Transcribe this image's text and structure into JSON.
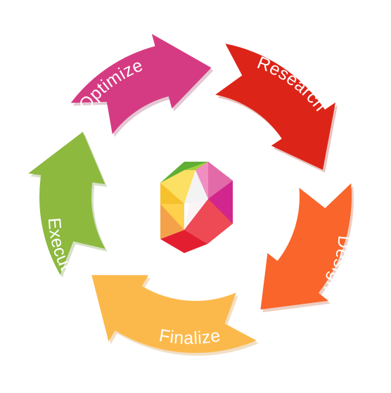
{
  "diagram": {
    "type": "cycle",
    "center_logo": "hexagon-cube-logo",
    "stages": [
      {
        "id": "research",
        "label": "Research",
        "color": "#DD2418",
        "dark": "#9F1208"
      },
      {
        "id": "design",
        "label": "Design",
        "color": "#F9652A",
        "dark": "#B93A0E"
      },
      {
        "id": "finalize",
        "label": "Finalize",
        "color": "#FCB94B",
        "dark": "#C98018"
      },
      {
        "id": "execute",
        "label": "Execute",
        "color": "#8DB93F",
        "dark": "#5B7F1F"
      },
      {
        "id": "optimize",
        "label": "Optimize",
        "color": "#D53B82",
        "dark": "#93204F"
      }
    ]
  }
}
